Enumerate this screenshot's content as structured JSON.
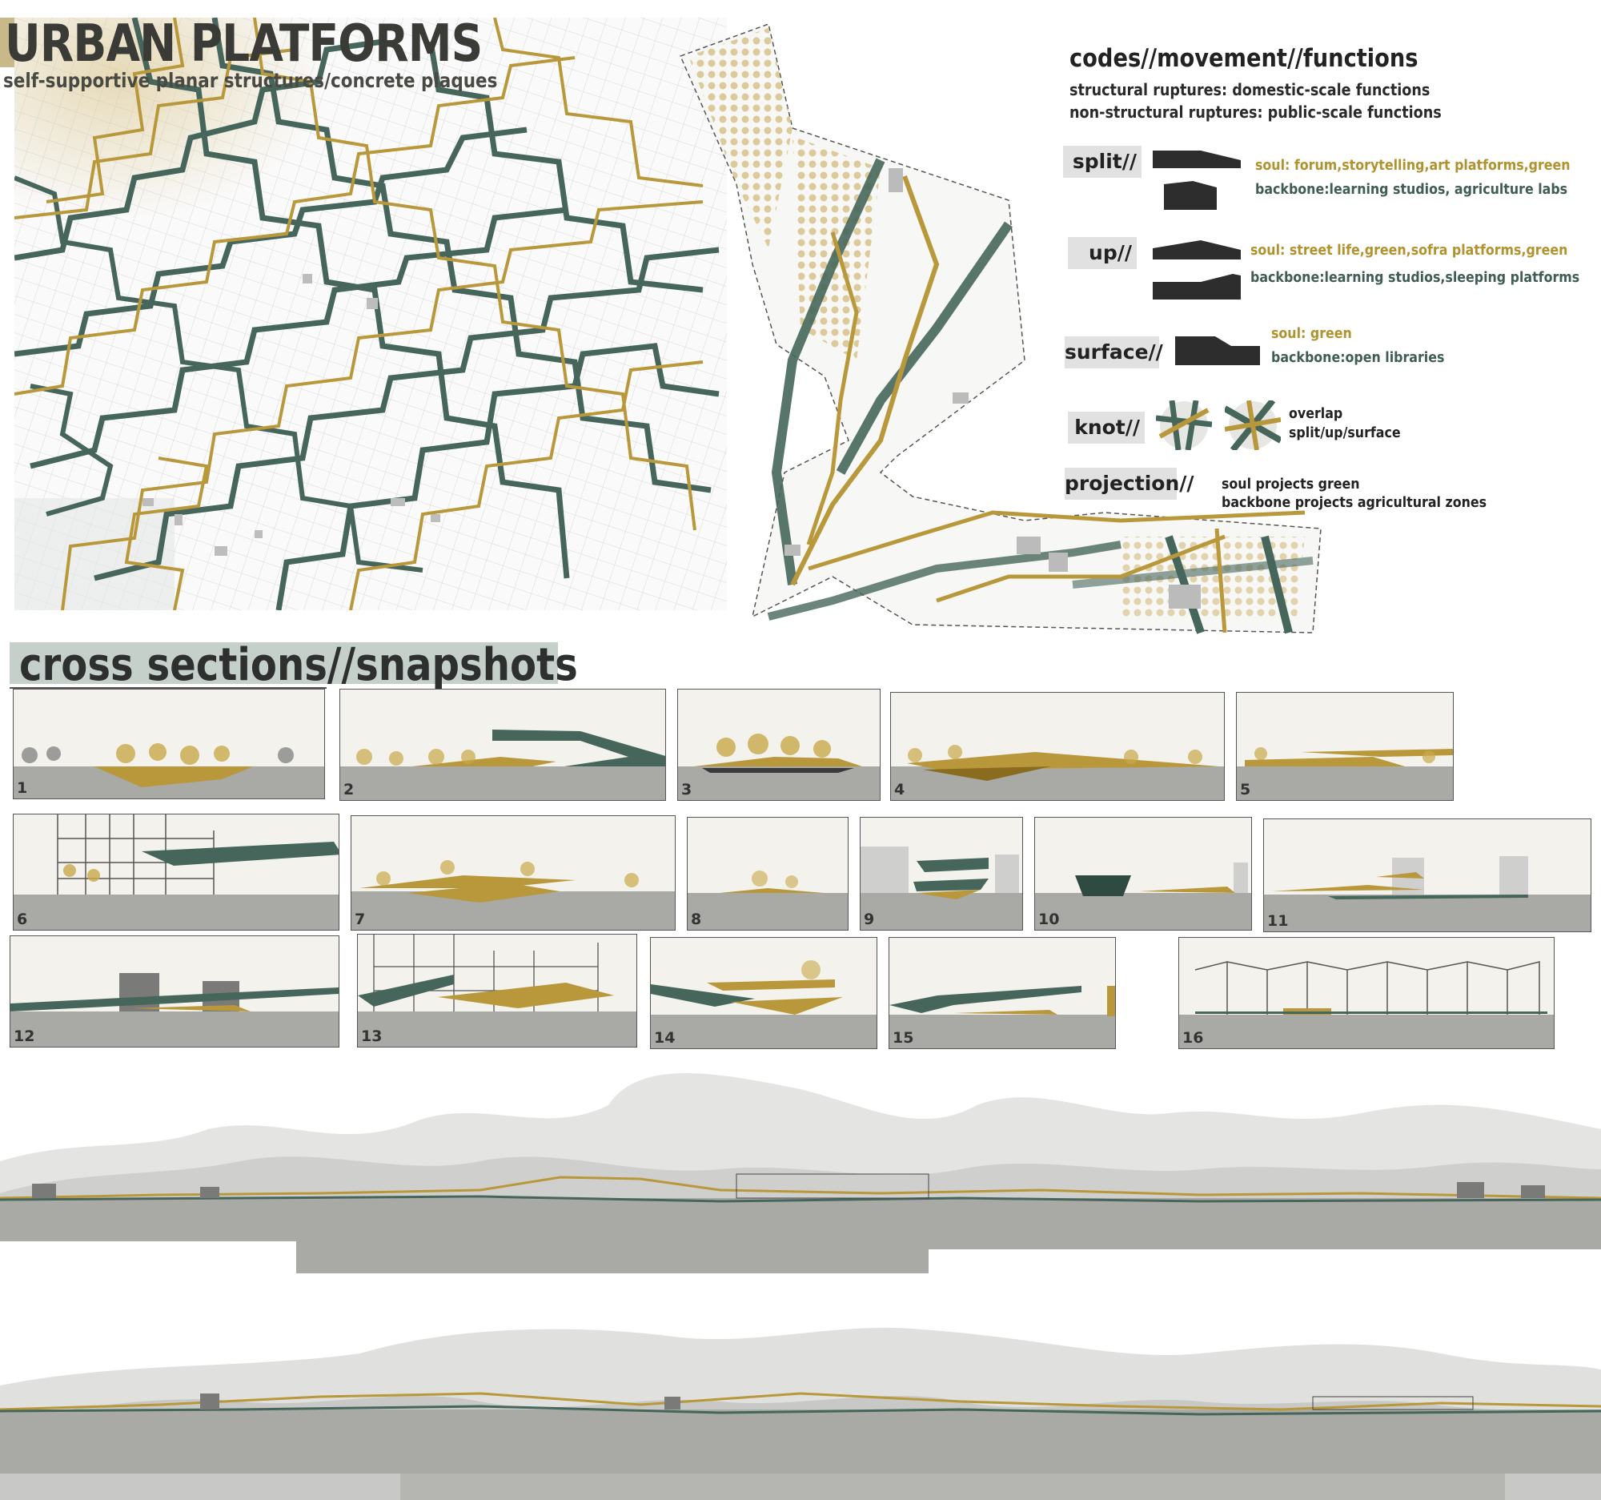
{
  "header": {
    "title": "URBAN PLATFORMS",
    "subtitle": "self-supportive planar structures/concrete plaques"
  },
  "legend": {
    "title": "codes//movement//functions",
    "rupture_lines": [
      "structural ruptures: domestic-scale functions",
      "non-structural ruptures: public-scale functions"
    ],
    "codes": [
      {
        "tag": "split//",
        "soul": "soul: forum,storytelling,art platforms,green",
        "backbone": "backbone:learning studios, agriculture labs"
      },
      {
        "tag": "up//",
        "soul": "soul: street life,green,sofra platforms,green",
        "backbone": "backbone:learning studios,sleeping platforms"
      },
      {
        "tag": "surface//",
        "soul": "soul: green",
        "backbone": "backbone:open libraries"
      },
      {
        "tag": "knot//",
        "note1": "overlap",
        "note2": "split/up/surface"
      },
      {
        "tag": "projection//",
        "note1": "soul projects green",
        "note2": "backbone projects agricultural zones"
      }
    ]
  },
  "cross_sections": {
    "title": "cross sections//snapshots",
    "numbers": [
      "1",
      "2",
      "3",
      "4",
      "5",
      "6",
      "7",
      "8",
      "9",
      "10",
      "11",
      "12",
      "13",
      "14",
      "15",
      "16"
    ]
  },
  "colors": {
    "gold": "#b8983a",
    "green": "#3f6358",
    "title_band": "#c9b889",
    "section_band": "#c5d0cb",
    "ground": "#a9a9a6"
  }
}
